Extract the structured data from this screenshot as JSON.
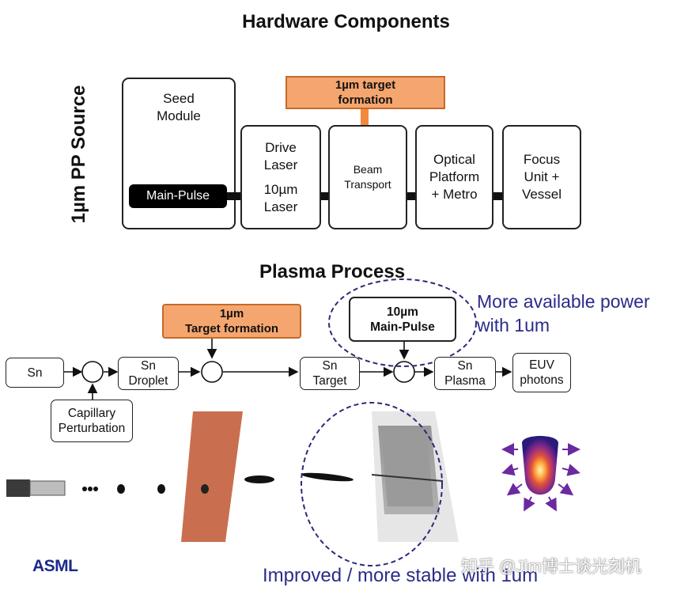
{
  "hardware": {
    "title": "Hardware Components",
    "side_label": "1µm PP Source",
    "seed_module": [
      "Seed",
      "Module"
    ],
    "main_pulse": "Main-Pulse",
    "target_box": [
      "1µm target",
      "formation"
    ],
    "drive_laser": [
      "Drive",
      "Laser",
      "10µm",
      "Laser"
    ],
    "beam_transport": [
      "Beam",
      "Transport"
    ],
    "optical_platform": [
      "Optical",
      "Platform",
      "+ Metro"
    ],
    "focus_unit": [
      "Focus",
      "Unit +",
      "Vessel"
    ]
  },
  "plasma": {
    "title": "Plasma Process",
    "target_formation": [
      "1µm",
      "Target formation"
    ],
    "main_pulse_box": [
      "10µm",
      "Main-Pulse"
    ],
    "power_note": [
      "More available power",
      "with 1um"
    ],
    "sn": "Sn",
    "sn_droplet": [
      "Sn",
      "Droplet"
    ],
    "sn_target": [
      "Sn",
      "Target"
    ],
    "sn_plasma": [
      "Sn",
      "Plasma"
    ],
    "euv": [
      "EUV",
      "photons"
    ],
    "capillary": [
      "Capillary",
      "Perturbation"
    ],
    "stable_note": "Improved / more stable with 1um"
  },
  "logo": "ASML",
  "watermark": "知乎 @Jim博士谈光刻机",
  "colors": {
    "orange_fill": "#f5a66e",
    "dashed_circle": "#2a2a7a",
    "note_text": "#2b2b8a",
    "asml_blue": "#1a2a8a"
  }
}
